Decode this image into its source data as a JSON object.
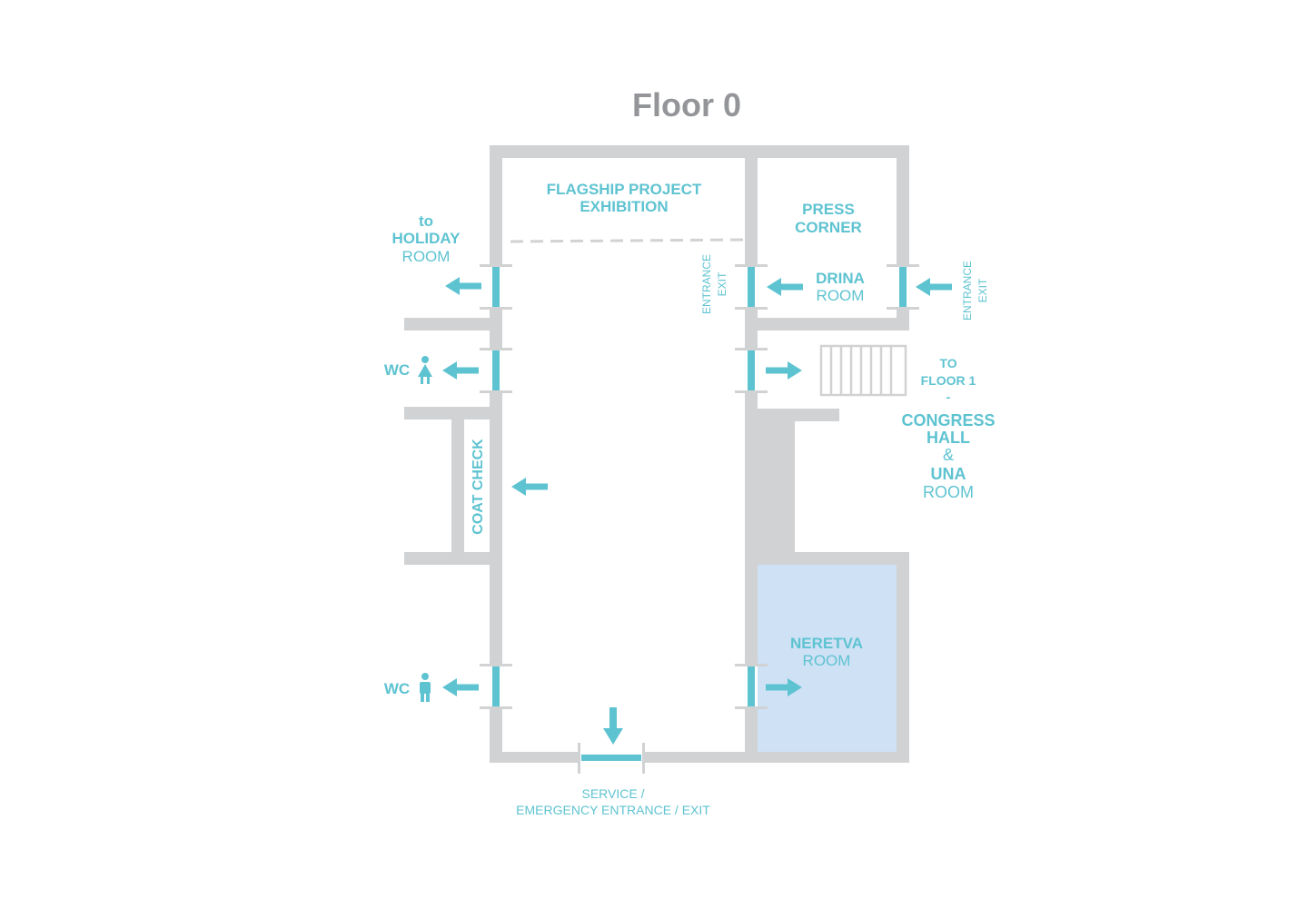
{
  "title": "Floor 0",
  "colors": {
    "wall": "#d1d2d4",
    "accent": "#5ec3d1",
    "title": "#939598",
    "neretva_fill": "#cfe1f5",
    "background": "#ffffff"
  },
  "rooms": {
    "flagship": {
      "line1": "FLAGSHIP PROJECT",
      "line2": "EXHIBITION"
    },
    "press": {
      "line1": "PRESS",
      "line2": "CORNER"
    },
    "drina": {
      "line1": "DRINA",
      "line2": "ROOM"
    },
    "neretva": {
      "line1": "NERETVA",
      "line2": "ROOM"
    },
    "coat_check": "COAT CHECK"
  },
  "holiday": {
    "line1": "to",
    "line2": "HOLIDAY",
    "line3": "ROOM"
  },
  "wc_label": "WC",
  "door_labels": {
    "entrance": "ENTRANCE",
    "exit": "EXIT"
  },
  "stairs_label": {
    "line1": "TO",
    "line2": "FLOOR 1",
    "line3": "-",
    "line4": "CONGRESS",
    "line5": "HALL",
    "line6": "&",
    "line7": "UNA",
    "line8": "ROOM"
  },
  "service": {
    "line1": "SERVICE /",
    "line2": "EMERGENCY ENTRANCE / EXIT"
  },
  "icons": [
    "arrow-left-icon",
    "arrow-right-icon",
    "arrow-down-icon",
    "woman-icon",
    "man-icon",
    "stairs-icon"
  ]
}
